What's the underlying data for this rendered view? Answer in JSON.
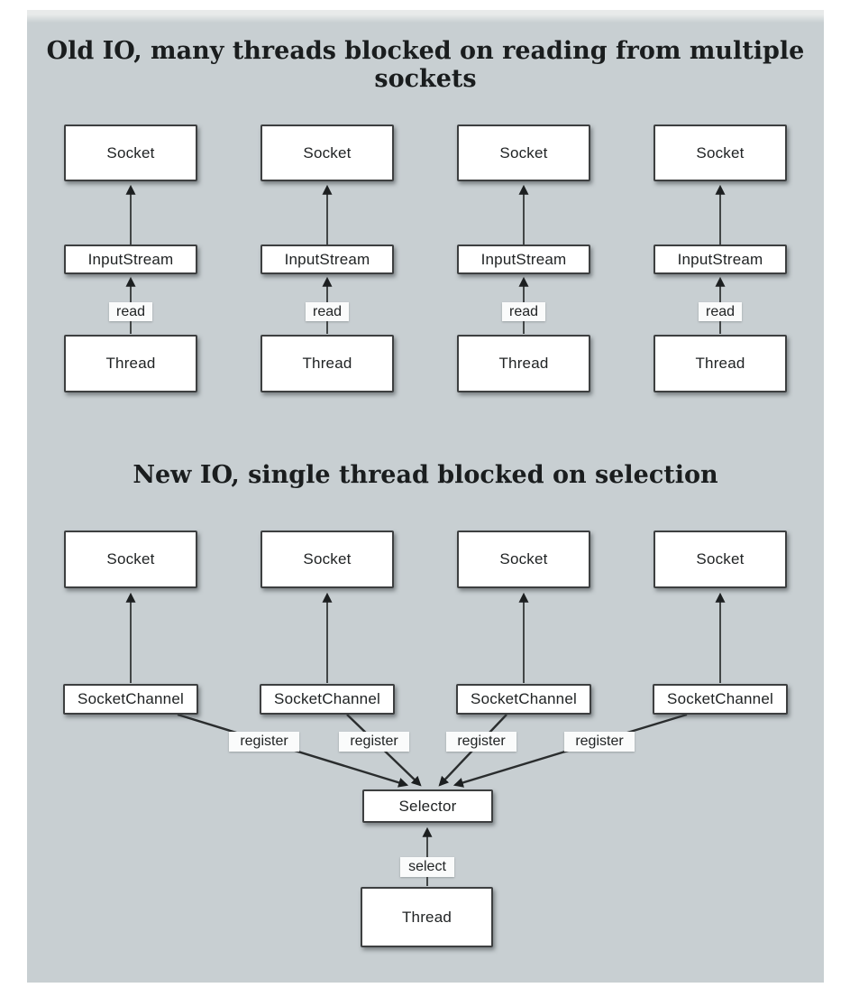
{
  "colors": {
    "page_bg": "#ffffff",
    "panel_bg": "#c8cfd2",
    "panel_top_edge": "#e8eaea",
    "box_bg": "#ffffff",
    "box_border": "#3d3f40",
    "arrow_line": "#2a2d2e",
    "text": "#1a1d1e"
  },
  "old_io": {
    "title": "Old IO, many threads blocked on reading from multiple sockets",
    "columns": [
      {
        "socket": "Socket",
        "stream": "InputStream",
        "action": "read",
        "thread": "Thread"
      },
      {
        "socket": "Socket",
        "stream": "InputStream",
        "action": "read",
        "thread": "Thread"
      },
      {
        "socket": "Socket",
        "stream": "InputStream",
        "action": "read",
        "thread": "Thread"
      },
      {
        "socket": "Socket",
        "stream": "InputStream",
        "action": "read",
        "thread": "Thread"
      }
    ]
  },
  "new_io": {
    "title": "New IO, single thread blocked on selection",
    "columns": [
      {
        "socket": "Socket",
        "channel": "SocketChannel",
        "action": "register"
      },
      {
        "socket": "Socket",
        "channel": "SocketChannel",
        "action": "register"
      },
      {
        "socket": "Socket",
        "channel": "SocketChannel",
        "action": "register"
      },
      {
        "socket": "Socket",
        "channel": "SocketChannel",
        "action": "register"
      }
    ],
    "selector": "Selector",
    "select_action": "select",
    "thread": "Thread"
  }
}
